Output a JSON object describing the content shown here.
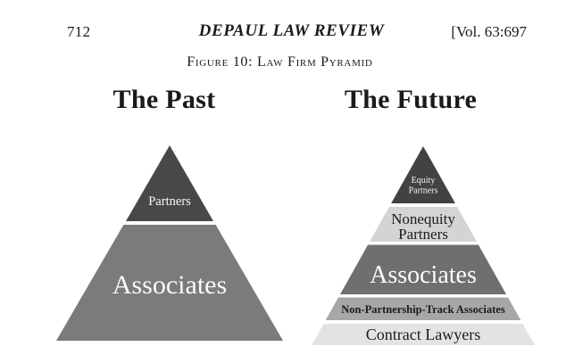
{
  "header": {
    "page_number": "712",
    "journal_title": "DEPAUL LAW REVIEW",
    "volume_ref": "[Vol. 63:697"
  },
  "figure": {
    "caption": "Figure 10: Law Firm Pyramid"
  },
  "colors": {
    "background": "#ffffff",
    "text": "#1a1a1a"
  },
  "pyramids": [
    {
      "title": "The Past",
      "tiers": [
        {
          "label": "Partners",
          "fill": "#48484a",
          "text_color": "#fafafa"
        },
        {
          "label": "Associates",
          "fill": "#7a7b7d",
          "text_color": "#fafafa"
        }
      ]
    },
    {
      "title": "The Future",
      "tiers": [
        {
          "label": "Equity Partners",
          "lines": [
            "Equity",
            "Partners"
          ],
          "fill": "#424244",
          "text_color": "#f2f2f2"
        },
        {
          "label": "Nonequity Partners",
          "lines": [
            "Nonequity",
            "Partners"
          ],
          "fill": "#d3d4d6",
          "text_color": "#1c1c1e"
        },
        {
          "label": "Associates",
          "fill": "#6e6f71",
          "text_color": "#fcfcfc"
        },
        {
          "label": "Non-Partnership-Track Associates",
          "fill": "#a6a7a9",
          "text_color": "#1c1c1e"
        },
        {
          "label": "Contract Lawyers",
          "fill": "#e2e3e4",
          "text_color": "#1c1c1e"
        }
      ]
    }
  ]
}
